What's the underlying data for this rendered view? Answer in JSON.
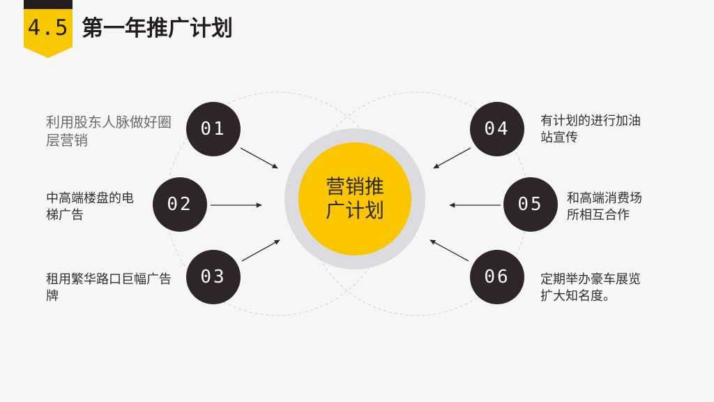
{
  "header": {
    "section_number": "4.5",
    "title": "第一年推广计划"
  },
  "center": {
    "text": "营销推广计划"
  },
  "items": [
    {
      "number": "01",
      "text": "利用股东人脉做好圈层营销"
    },
    {
      "number": "02",
      "text": "中高端楼盘的电梯广告"
    },
    {
      "number": "03",
      "text": "租用繁华路口巨幅广告牌"
    },
    {
      "number": "04",
      "text": "有计划的进行加油站宣传"
    },
    {
      "number": "05",
      "text": "和高端消费场所相互合作"
    },
    {
      "number": "06",
      "text": "定期举办豪车展览扩大知名度。"
    }
  ],
  "colors": {
    "accent": "#f7c800",
    "dark": "#2e2526",
    "ring": "#dcdbe0",
    "background": "#f6f6f6"
  }
}
